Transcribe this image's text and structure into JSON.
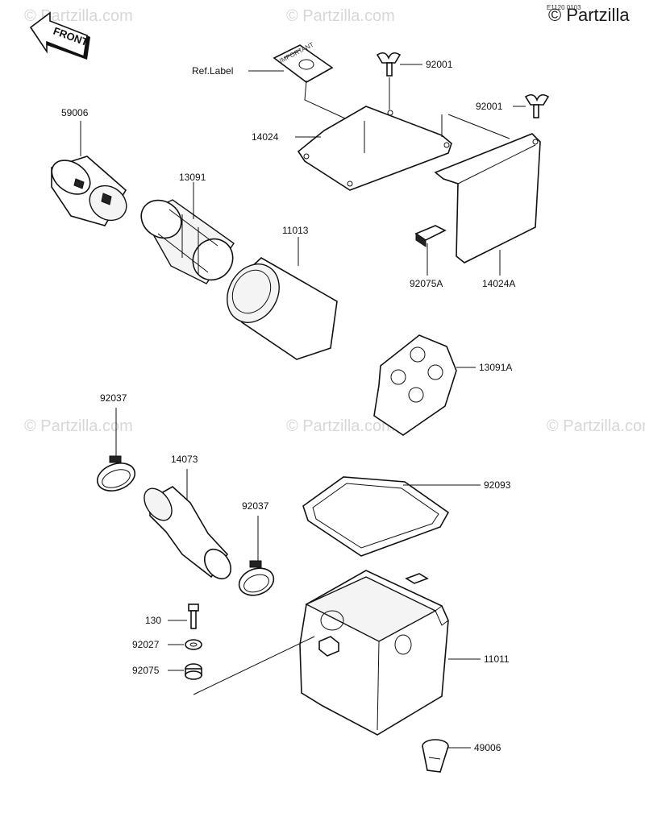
{
  "brand": "© Partzilla",
  "diagram_code": "E1120 0103",
  "watermark_text": "© Partzilla.com",
  "front_arrow_label": "FRONT",
  "sticker_text": "IMPORTANT",
  "parts": {
    "ref_label": "Ref.Label",
    "wing_bolt_1": "92001",
    "wing_bolt_2": "92001",
    "element_cover": "59006",
    "element_frame": "13091",
    "air_element": "11013",
    "top_cover": "14024",
    "side_cover": "14024A",
    "rubber_pad": "92075A",
    "holder_plate": "13091A",
    "clamp_left": "92037",
    "duct": "14073",
    "clamp_right": "92037",
    "gasket": "92093",
    "bolt": "130",
    "washer": "92027",
    "grommet": "92075",
    "case": "11011",
    "drain": "49006"
  }
}
